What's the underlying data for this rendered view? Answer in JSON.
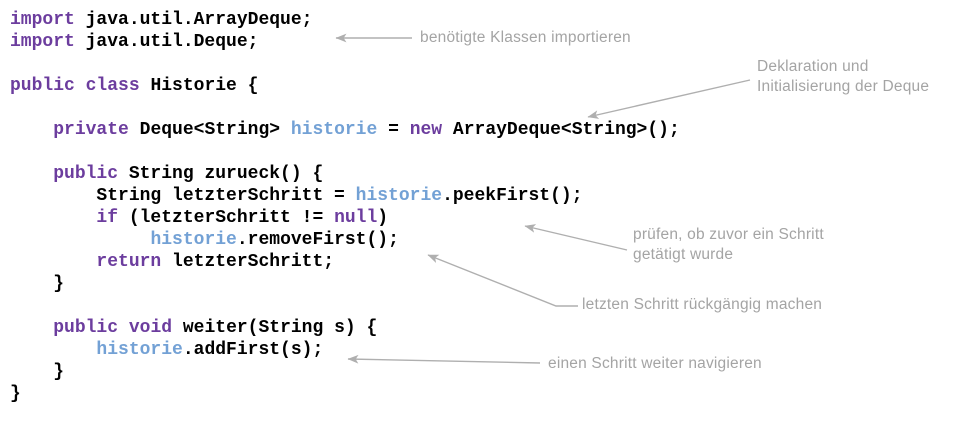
{
  "figure_title": "Historie class with Deque annotations",
  "colors": {
    "background": "#ffffff",
    "code_text": "#000000",
    "keyword": "#6c3d9e",
    "identifier": "#73a1d5",
    "annotation_text": "#a4a4a4",
    "arrow": "#afafaf"
  },
  "code": {
    "language": "java",
    "lines": [
      {
        "tokens": [
          [
            "kw",
            "import"
          ],
          [
            "plain",
            " java.util.ArrayDeque;"
          ]
        ]
      },
      {
        "tokens": [
          [
            "kw",
            "import"
          ],
          [
            "plain",
            " java.util.Deque;"
          ]
        ]
      },
      {
        "tokens": []
      },
      {
        "tokens": [
          [
            "kw",
            "public"
          ],
          [
            "plain",
            " "
          ],
          [
            "kw",
            "class"
          ],
          [
            "plain",
            " Historie {"
          ]
        ]
      },
      {
        "tokens": []
      },
      {
        "tokens": [
          [
            "plain",
            "    "
          ],
          [
            "kw",
            "private"
          ],
          [
            "plain",
            " Deque<String> "
          ],
          [
            "id",
            "historie"
          ],
          [
            "plain",
            " = "
          ],
          [
            "kw",
            "new"
          ],
          [
            "plain",
            " ArrayDeque<String>();"
          ]
        ]
      },
      {
        "tokens": []
      },
      {
        "tokens": [
          [
            "plain",
            "    "
          ],
          [
            "kw",
            "public"
          ],
          [
            "plain",
            " String zurueck() {"
          ]
        ]
      },
      {
        "tokens": [
          [
            "plain",
            "        String letzterSchritt = "
          ],
          [
            "id",
            "historie"
          ],
          [
            "plain",
            ".peekFirst();"
          ]
        ]
      },
      {
        "tokens": [
          [
            "plain",
            "        "
          ],
          [
            "kw",
            "if"
          ],
          [
            "plain",
            " (letzterSchritt != "
          ],
          [
            "kw",
            "null"
          ],
          [
            "plain",
            ")"
          ]
        ]
      },
      {
        "tokens": [
          [
            "plain",
            "             "
          ],
          [
            "id",
            "historie"
          ],
          [
            "plain",
            ".removeFirst();"
          ]
        ]
      },
      {
        "tokens": [
          [
            "plain",
            "        "
          ],
          [
            "kw",
            "return"
          ],
          [
            "plain",
            " letzterSchritt;"
          ]
        ]
      },
      {
        "tokens": [
          [
            "plain",
            "    }"
          ]
        ]
      },
      {
        "tokens": []
      },
      {
        "tokens": [
          [
            "plain",
            "    "
          ],
          [
            "kw",
            "public"
          ],
          [
            "plain",
            " "
          ],
          [
            "kw",
            "void"
          ],
          [
            "plain",
            " weiter(String s) {"
          ]
        ]
      },
      {
        "tokens": [
          [
            "plain",
            "        "
          ],
          [
            "id",
            "historie"
          ],
          [
            "plain",
            ".addFirst(s);"
          ]
        ]
      },
      {
        "tokens": [
          [
            "plain",
            "    }"
          ]
        ]
      },
      {
        "tokens": [
          [
            "plain",
            "}"
          ]
        ]
      }
    ]
  },
  "annotations": {
    "imports": {
      "line1": "benötigte Klassen importieren"
    },
    "declaration": {
      "line1": "Deklaration und",
      "line2": "Initialisierung der Deque"
    },
    "check": {
      "line1": "prüfen, ob zuvor ein Schritt",
      "line2": "getätigt wurde"
    },
    "undo": {
      "line1": "letzten Schritt rückgängig machen"
    },
    "forward": {
      "line1": "einen Schritt weiter navigieren"
    }
  }
}
